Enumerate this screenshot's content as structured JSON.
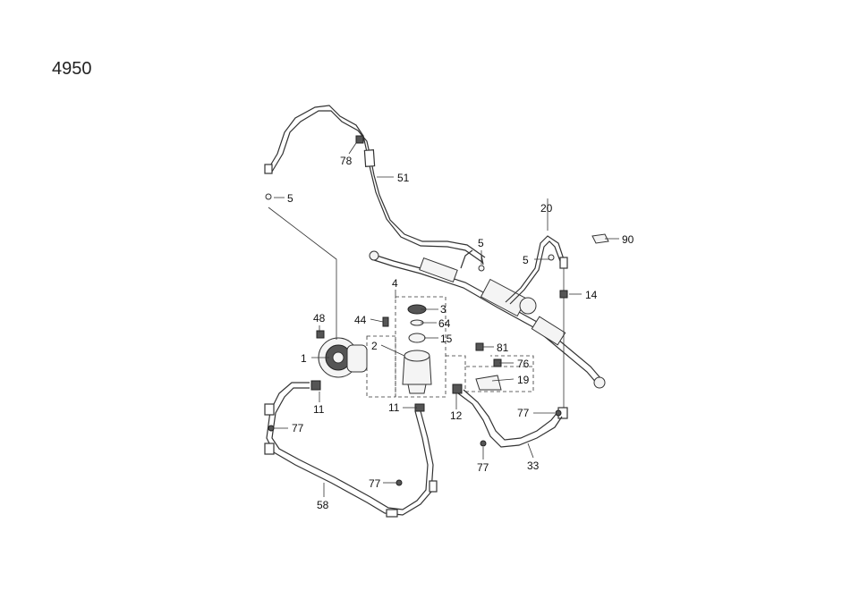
{
  "diagram": {
    "title": "4950",
    "callouts": {
      "c1": "1",
      "c2": "2",
      "c3": "3",
      "c4": "4",
      "c5a": "5",
      "c5b": "5",
      "c5c": "5",
      "c11a": "11",
      "c11b": "11",
      "c12": "12",
      "c14": "14",
      "c15": "15",
      "c19": "19",
      "c20": "20",
      "c33": "33",
      "c44": "44",
      "c48": "48",
      "c51": "51",
      "c58": "58",
      "c64": "64",
      "c76": "76",
      "c77a": "77",
      "c77b": "77",
      "c77c": "77",
      "c77d": "77",
      "c78": "78",
      "c81": "81",
      "c90": "90"
    }
  }
}
